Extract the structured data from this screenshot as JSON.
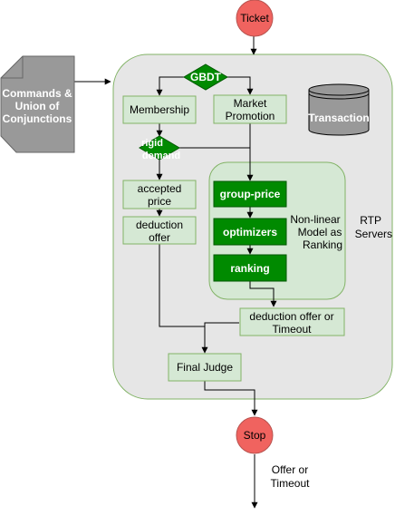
{
  "colors": {
    "container_fill": "#e6e6e6",
    "container_stroke": "#82b366",
    "box_fill": "#d5e8d4",
    "box_stroke": "#82b366",
    "dark_green": "#008a00",
    "dark_green_stroke": "#005700",
    "terminal_fill": "#f0635f",
    "terminal_stroke": "#b85450",
    "doc_fill": "#999999",
    "doc_stroke": "#666666",
    "cylinder_fill": "#999999",
    "edge": "#000000"
  },
  "nodes": {
    "ticket": "Ticket",
    "stop": "Stop",
    "commands_line1": "Commands &",
    "commands_line2": "Union of",
    "commands_line3": "Conjunctions",
    "gbdt": "GBDT",
    "membership": "Membership",
    "market_line1": "Market",
    "market_line2": "Promotion",
    "transaction": "Transaction",
    "rigid_line1": "rigid",
    "rigid_line2": "demand",
    "accepted_line1": "accepted",
    "accepted_line2": "price",
    "deduction_line1": "deduction",
    "deduction_line2": "offer",
    "group_price": "group-price",
    "optimizers": "optimizers",
    "ranking": "ranking",
    "nonlinear_line1": "Non-linear",
    "nonlinear_line2": "Model as",
    "nonlinear_line3": "Ranking",
    "rtp_line1": "RTP",
    "rtp_line2": "Servers",
    "deduction_timeout_line1": "deduction offer or",
    "deduction_timeout_line2": "Timeout",
    "final_judge": "Final Judge",
    "output_line1": "Offer or",
    "output_line2": "Timeout"
  }
}
